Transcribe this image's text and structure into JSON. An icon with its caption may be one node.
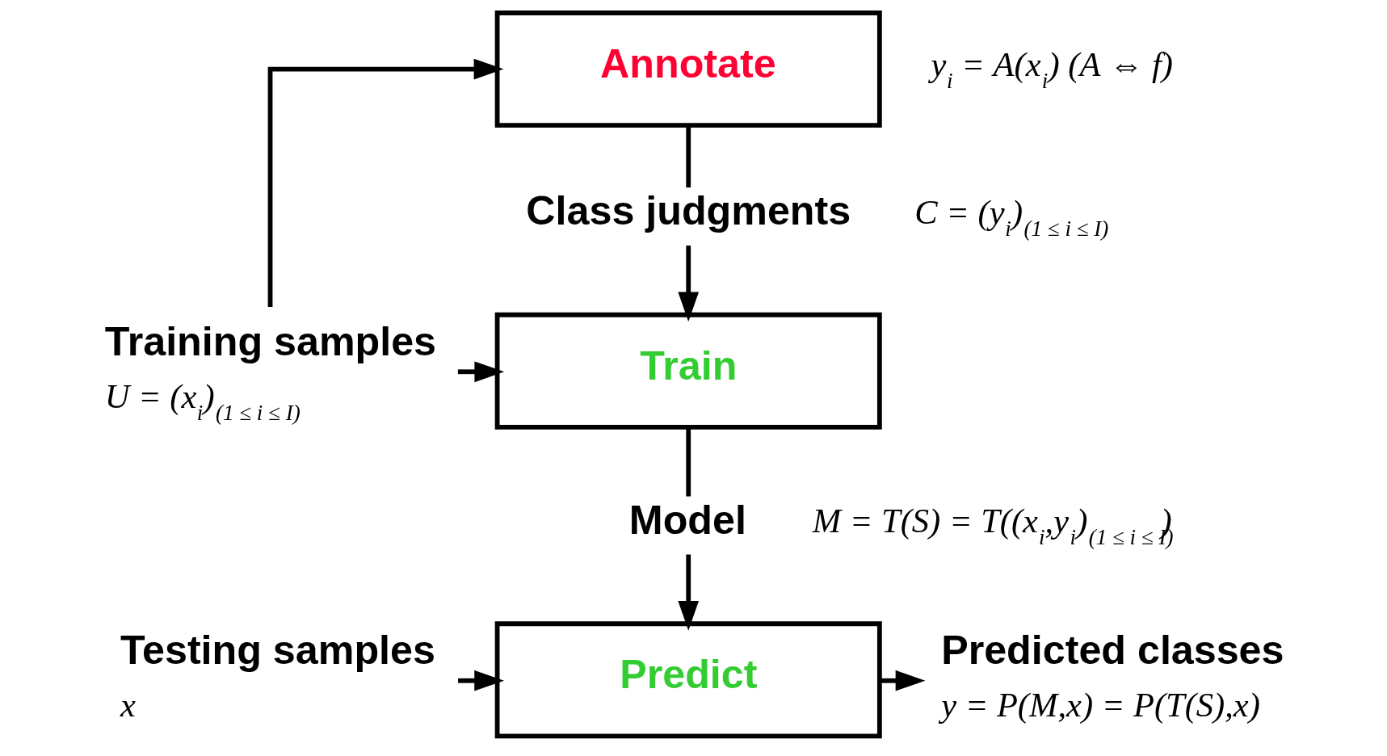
{
  "diagram": {
    "nodes": [
      {
        "text": [
          "Annotate"
        ],
        "beside": [
          "y$_{i}$ = A(x$_{i}$) (A ⇔ f)"
        ]
      },
      {
        "text": [
          "Class judgments"
        ],
        "beside": [
          "C = (y$_{i}$)$_{(1 ≤ i ≤ I)}$"
        ]
      },
      {
        "text": [
          "Training samples"
        ],
        "beside": [
          "U = (x$_{i}$)$_{(1 ≤ i ≤ I)}$"
        ]
      },
      {
        "text": [
          "Train"
        ]
      },
      {
        "text": [
          "Model"
        ],
        "beside": [
          "M = T(S) = T((x$_{i}$,y$_{i}$)$_{(1 ≤ i ≤ I)}$)"
        ]
      },
      {
        "text": [
          "Testing samples"
        ],
        "beside": [
          "x"
        ]
      },
      {
        "text": [
          "Predict"
        ]
      },
      {
        "text": [
          "Predicted classes"
        ],
        "beside": [
          "y = P(M,x) = P(T(S),x)"
        ]
      }
    ],
    "edges": [
      {
        "from": 2,
        "to": 0,
        "arrow": "to"
      },
      {
        "from": 2,
        "to": 3,
        "arrow": "to"
      },
      {
        "from": 0,
        "to": 1,
        "arrow": "none"
      },
      {
        "from": 1,
        "to": 3,
        "arrow": "to"
      },
      {
        "from": 3,
        "to": 4,
        "arrow": "none"
      },
      {
        "from": 4,
        "to": 6,
        "arrow": "to"
      },
      {
        "from": 5,
        "to": 6,
        "arrow": "to"
      },
      {
        "from": 6,
        "to": 7,
        "arrow": "to"
      }
    ]
  }
}
